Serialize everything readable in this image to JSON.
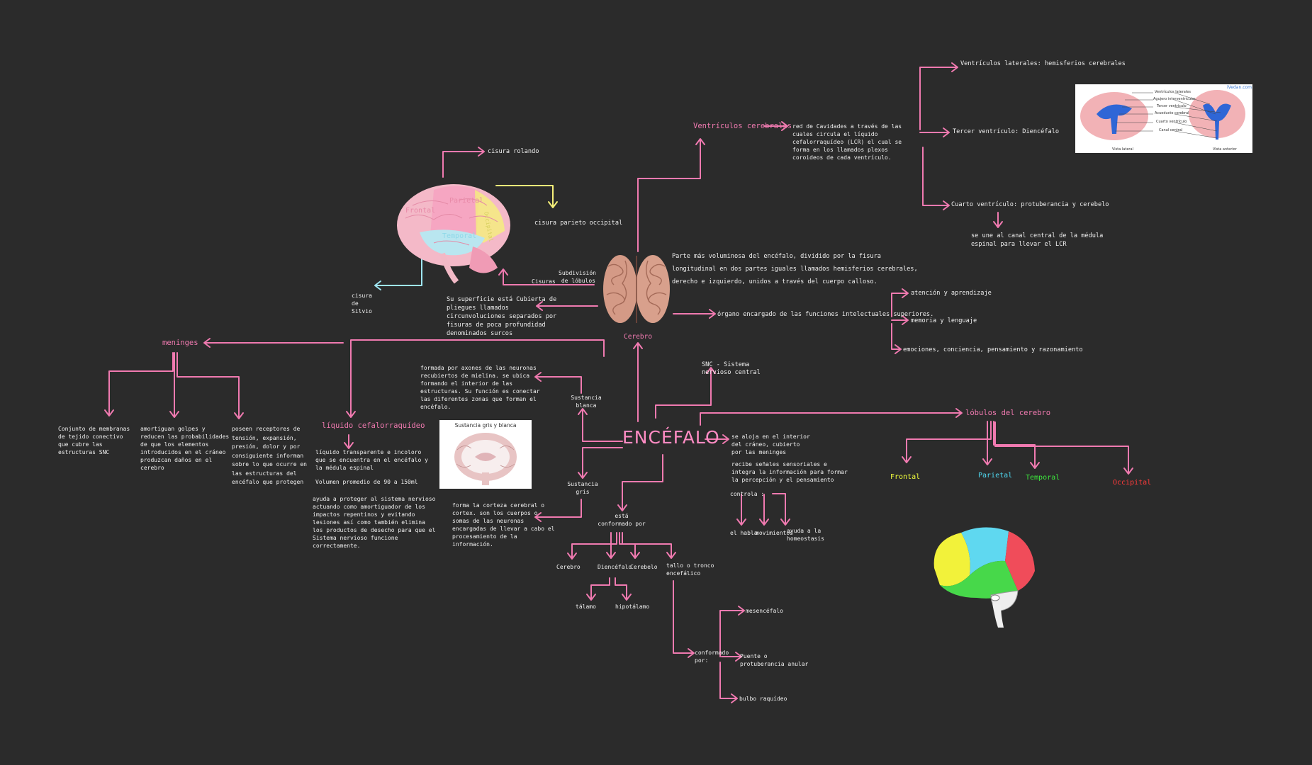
{
  "center": "ENCÉFALO",
  "cerebro": {
    "label": "Cerebro",
    "lobe_words": {
      "frontal": "Frontal",
      "parietal": "Parietal",
      "temporal": "Temporal",
      "occipital": "Occipital"
    },
    "cisura_rolando": "cisura rolando",
    "cisura_parieto": "cisura parieto occipital",
    "cisura_silvio": "cisura de Silvio",
    "subdivision": "Subdivisión de lóbulos",
    "cisuras": "Cisuras",
    "superficie": "Su superficie está Cubierta de pliegues llamados circunvoluciones separados por fisuras de poca profundidad denominados surcos",
    "descripcion": "Parte más voluminosa del encéfalo, dividido por la fisura longitudinal en dos partes iguales llamados hemisferios cerebrales, derecho e izquierdo, unidos a través del cuerpo calloso.",
    "organo": "órgano encargado de las funciones intelectuales superiores.",
    "funciones": [
      "atención y aprendizaje",
      "memoria y lenguaje",
      "emociones, conciencia, pensamiento y razonamiento"
    ]
  },
  "ventriculos": {
    "label": "Ventrículos cerebrales",
    "desc": "red de Cavidades a través de las cuales circula el líquido cefalorraquídeo (LCR) el cual se forma en los llamados plexos coroideos de cada ventrículo.",
    "items": [
      "Ventrículos laterales: hemisferios cerebrales",
      "Tercer ventrículo: Diencéfalo",
      "Cuarto ventrículo: protuberancia y cerebelo"
    ],
    "canal": "se une al canal central de la médula espinal para llevar el LCR",
    "image": {
      "brand": "iVedan.com",
      "labels": [
        "Ventrículos laterales",
        "Agujero interventricular",
        "Tercer ventrículo",
        "Acueducto cerebral",
        "Cuarto ventrículo",
        "Canal central"
      ],
      "left_caption": "Vista lateral",
      "right_caption": "Vista anterior"
    }
  },
  "meninges": {
    "label": "meninges",
    "items": [
      "Conjunto de membranas de tejido conectivo que cubre las estructuras SNC",
      "amortiguan golpes y reducen las probabilidades de que los elementos introducidos en el cráneo produzcan daños en el cerebro",
      "poseen receptores de tensión, expansión, presión, dolor y por consiguiente informan sobre lo que ocurre en las estructuras del encéfalo que protegen"
    ]
  },
  "liquido": {
    "label": "líquido cefalorraquídeo",
    "desc": "líquido transparente e incoloro que se encuentra en el encéfalo y la médula espinal",
    "volumen": "Volumen promedio de 90 a 150ml",
    "funcion": "ayuda a proteger al sistema nervioso actuando como amortiguador de los impactos repentinos y evitando lesiones así como también elimina los productos de desecho para que el Sistema nervioso funcione correctamente."
  },
  "sustancias": {
    "blanca_label": "Sustancia blanca",
    "blanca_desc": "formada por axones de las neuronas recubiertos de mielina. se ubica formando el interior de las estructuras. Su función es conectar las diferentes zonas que forman el encéfalo.",
    "gris_label": "Sustancia gris",
    "gris_desc": "forma la corteza cerebral o cortex. son los cuerpos o somas de las neuronas encargadas de llevar a cabo el procesamiento de la información.",
    "image_title": "Sustancia gris y blanca"
  },
  "snc": {
    "label": "SNC - Sistema nervioso central",
    "aloja": "se aloja en el interior del cráneo, cubierto por las meninges",
    "recibe": "recibe señales sensoriales e integra la información para formar la percepción y el pensamiento",
    "controla": "controla :",
    "controla_items": [
      "el habla",
      "movimientos",
      "ayuda a la homeostasis"
    ]
  },
  "conformado": {
    "label": "está conformado por",
    "items": [
      "Cerebro",
      "Diencéfalo",
      "Cerebelo",
      "tallo o tronco encefálico"
    ],
    "diencefalo": [
      "tálamo",
      "hipotálamo"
    ],
    "tallo_label": "conformado por:",
    "tallo": [
      "mesencéfalo",
      "Puente o protuberancia anular",
      "bulbo raquídeo"
    ]
  },
  "lobulos": {
    "label": "lóbulos del cerebro",
    "items": [
      {
        "name": "Frontal",
        "color": "#f2ff3c"
      },
      {
        "name": "Parietal",
        "color": "#4fd8f0"
      },
      {
        "name": "Temporal",
        "color": "#3de83d"
      },
      {
        "name": "Occipital",
        "color": "#ff3b3b"
      }
    ]
  },
  "colors": {
    "background": "#2b2b2b",
    "accent": "#f07ab0",
    "text": "#f0f0f0"
  }
}
